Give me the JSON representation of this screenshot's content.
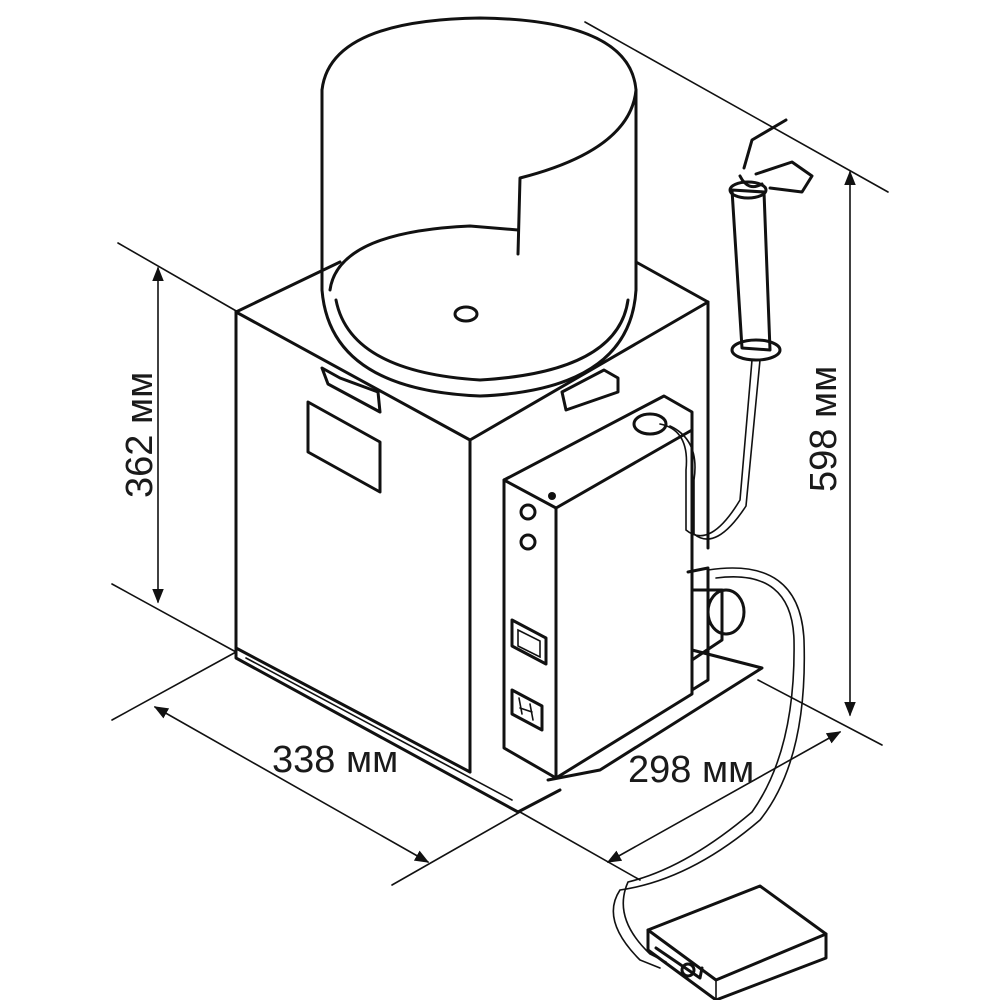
{
  "dimensions": {
    "height_body": "362 мм",
    "height_total": "598 мм",
    "width": "338 мм",
    "depth": "298 мм"
  },
  "colors": {
    "line": "#111111",
    "background": "#ffffff"
  }
}
